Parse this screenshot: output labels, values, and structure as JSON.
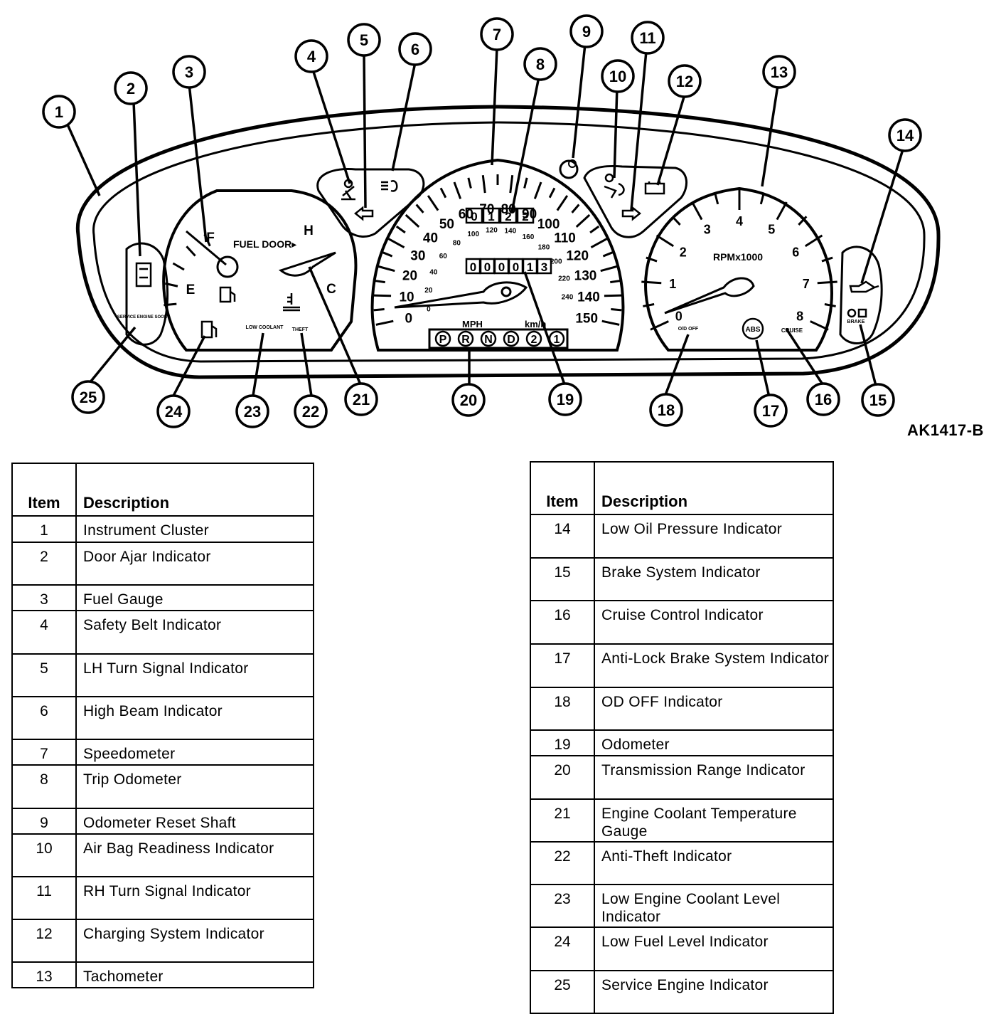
{
  "figure_code": "AK1417-B",
  "callouts": [
    "1",
    "2",
    "3",
    "4",
    "5",
    "6",
    "7",
    "8",
    "9",
    "10",
    "11",
    "12",
    "13",
    "14",
    "15",
    "16",
    "17",
    "18",
    "19",
    "20",
    "21",
    "22",
    "23",
    "24",
    "25"
  ],
  "gauges": {
    "fuel": {
      "full": "F",
      "empty": "E",
      "label": "FUEL DOOR▸"
    },
    "temp": {
      "hot": "H",
      "cold": "C"
    },
    "speedometer": {
      "mph_ticks": [
        "0",
        "10",
        "20",
        "30",
        "40",
        "50",
        "60",
        "70",
        "80",
        "90",
        "100",
        "110",
        "120",
        "130",
        "140",
        "150"
      ],
      "kmh_ticks": [
        "0",
        "20",
        "40",
        "60",
        "80",
        "100",
        "120",
        "140",
        "160",
        "180",
        "200",
        "220",
        "240"
      ],
      "mph_label": "MPH",
      "kmh_label": "km/h",
      "trip_digits": [
        "0",
        "1",
        "2",
        "2"
      ],
      "odometer_digits": [
        "0",
        "0",
        "0",
        "0",
        "1",
        "3"
      ]
    },
    "tachometer": {
      "label": "RPMx1000",
      "ticks": [
        "0",
        "1",
        "2",
        "3",
        "4",
        "5",
        "6",
        "7",
        "8"
      ]
    },
    "prnd": [
      "P",
      "R",
      "N",
      "D",
      "2",
      "1"
    ],
    "small_labels": {
      "low_coolant": "LOW COOLANT",
      "theft": "THEFT",
      "od_off": "O/D OFF",
      "cruise": "CRUISE",
      "abs": "ABS",
      "brake": "BRAKE",
      "service_engine": "SERVICE ENGINE SOON"
    }
  },
  "tables": {
    "headers": {
      "item": "Item",
      "description": "Description"
    },
    "left": [
      {
        "item": "1",
        "description": "Instrument Cluster"
      },
      {
        "item": "2",
        "description": "Door Ajar Indicator"
      },
      {
        "item": "3",
        "description": "Fuel Gauge"
      },
      {
        "item": "4",
        "description": "Safety Belt Indicator"
      },
      {
        "item": "5",
        "description": "LH Turn Signal Indicator"
      },
      {
        "item": "6",
        "description": "High Beam Indicator"
      },
      {
        "item": "7",
        "description": "Speedometer"
      },
      {
        "item": "8",
        "description": "Trip Odometer"
      },
      {
        "item": "9",
        "description": "Odometer Reset Shaft"
      },
      {
        "item": "10",
        "description": "Air Bag Readiness Indicator"
      },
      {
        "item": "11",
        "description": "RH Turn Signal Indicator"
      },
      {
        "item": "12",
        "description": "Charging System Indicator"
      },
      {
        "item": "13",
        "description": "Tachometer"
      }
    ],
    "right": [
      {
        "item": "14",
        "description": "Low Oil Pressure Indicator"
      },
      {
        "item": "15",
        "description": "Brake System Indicator"
      },
      {
        "item": "16",
        "description": "Cruise Control Indicator"
      },
      {
        "item": "17",
        "description": "Anti-Lock Brake System Indicator"
      },
      {
        "item": "18",
        "description": "OD OFF Indicator"
      },
      {
        "item": "19",
        "description": "Odometer"
      },
      {
        "item": "20",
        "description": "Transmission Range Indicator"
      },
      {
        "item": "21",
        "description": "Engine Coolant Temperature Gauge"
      },
      {
        "item": "22",
        "description": "Anti-Theft Indicator"
      },
      {
        "item": "23",
        "description": "Low Engine Coolant Level Indicator"
      },
      {
        "item": "24",
        "description": "Low Fuel Level Indicator"
      },
      {
        "item": "25",
        "description": "Service Engine Indicator"
      }
    ]
  }
}
